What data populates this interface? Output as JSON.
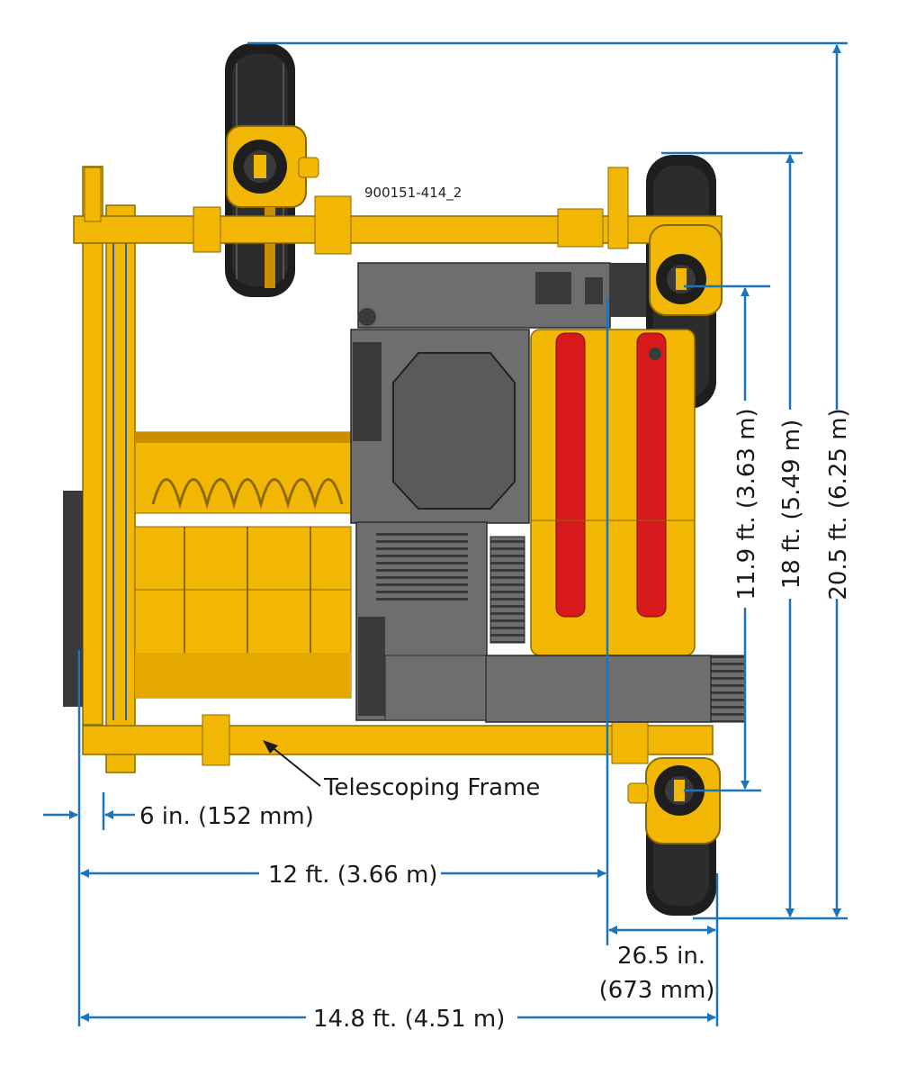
{
  "drawing_id": "900151-414_2",
  "callout": {
    "label": "Telescoping Frame"
  },
  "dimensions": {
    "offset_small": "6 in. (152 mm)",
    "width_inner": "12 ft. (3.66 m)",
    "wheel_offset_line1": "26.5 in.",
    "wheel_offset_line2": "(673 mm)",
    "width_overall": "14.8 ft. (4.51 m)",
    "height_inner": "11.9 ft. (3.63 m)",
    "height_mid": "18 ft. (5.49 m)",
    "height_overall": "20.5 ft. (6.25 m)"
  },
  "colors": {
    "frame_yellow": "#F2B705",
    "frame_dark_yellow": "#C98F00",
    "panel_gray": "#6E6E6E",
    "panel_dark": "#3A3A3A",
    "stripe_red": "#D7191C",
    "tire_black": "#1E1E1E",
    "dimension_blue": "#1C74BC"
  }
}
